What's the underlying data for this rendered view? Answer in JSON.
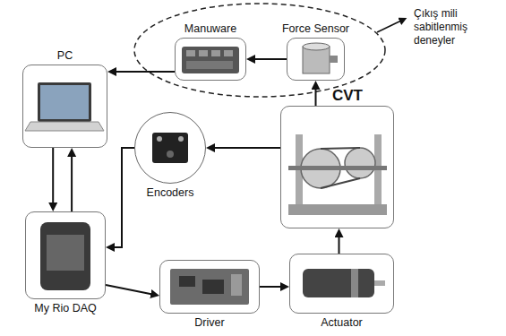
{
  "diagram": {
    "nodes": [
      {
        "text": [
          "PC"
        ]
      },
      {
        "text": [
          "Manuware"
        ]
      },
      {
        "text": [
          "Force Sensor"
        ]
      },
      {
        "text": [
          "CVT"
        ]
      },
      {
        "text": [
          "Encoders"
        ]
      },
      {
        "text": [
          "My Rio DAQ"
        ]
      },
      {
        "text": [
          "Driver"
        ]
      },
      {
        "text": [
          "Actuator"
        ]
      }
    ],
    "edges": [
      {
        "from": 2,
        "to": 1,
        "arrow": "to"
      },
      {
        "from": 1,
        "to": 0,
        "arrow": "to"
      },
      {
        "from": 0,
        "to": 5,
        "arrow": "to"
      },
      {
        "from": 5,
        "to": 0,
        "arrow": "to"
      },
      {
        "from": 3,
        "to": 2,
        "arrow": "to"
      },
      {
        "from": 3,
        "to": 4,
        "arrow": "to"
      },
      {
        "from": 4,
        "to": 5,
        "arrow": "to"
      },
      {
        "from": 5,
        "to": 6,
        "arrow": "to"
      },
      {
        "from": 6,
        "to": 7,
        "arrow": "to"
      },
      {
        "from": 7,
        "to": 3,
        "arrow": "to"
      }
    ],
    "labels": [
      "Çıkış mili sabitlenmiş deneyler"
    ]
  }
}
